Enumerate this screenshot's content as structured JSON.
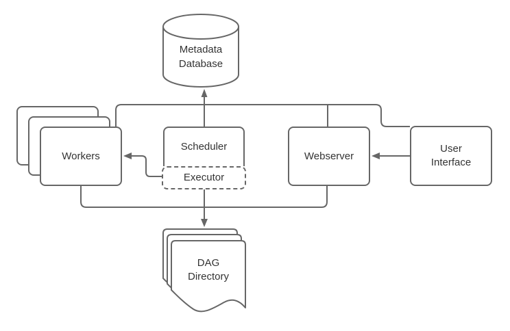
{
  "diagram": {
    "nodes": {
      "metadata_database": {
        "label_line1": "Metadata",
        "label_line2": "Database",
        "shape": "cylinder"
      },
      "workers": {
        "label": "Workers",
        "shape": "stacked-rounded-rect"
      },
      "scheduler": {
        "label": "Scheduler",
        "shape": "rounded-rect"
      },
      "executor": {
        "label": "Executor",
        "shape": "dashed-rounded-rect"
      },
      "webserver": {
        "label": "Webserver",
        "shape": "rounded-rect"
      },
      "user_interface": {
        "label_line1": "User",
        "label_line2": "Interface",
        "shape": "rounded-rect"
      },
      "dag_directory": {
        "label_line1": "DAG",
        "label_line2": "Directory",
        "shape": "stacked-documents"
      }
    },
    "edges": [
      {
        "from": "workers",
        "to": "metadata_database",
        "arrow": true
      },
      {
        "from": "scheduler",
        "to": "metadata_database",
        "arrow": true
      },
      {
        "from": "webserver",
        "to": "metadata_database",
        "arrow": true
      },
      {
        "from": "user_interface",
        "to": "metadata_database",
        "arrow": true
      },
      {
        "from": "user_interface",
        "to": "webserver",
        "arrow": true
      },
      {
        "from": "executor",
        "to": "workers",
        "arrow": true
      },
      {
        "from": "workers",
        "to": "dag_directory",
        "arrow": true
      },
      {
        "from": "executor",
        "to": "dag_directory",
        "arrow": true
      },
      {
        "from": "webserver",
        "to": "dag_directory",
        "arrow": true
      }
    ],
    "colors": {
      "stroke": "#666666",
      "text": "#333333",
      "background": "#ffffff"
    }
  }
}
